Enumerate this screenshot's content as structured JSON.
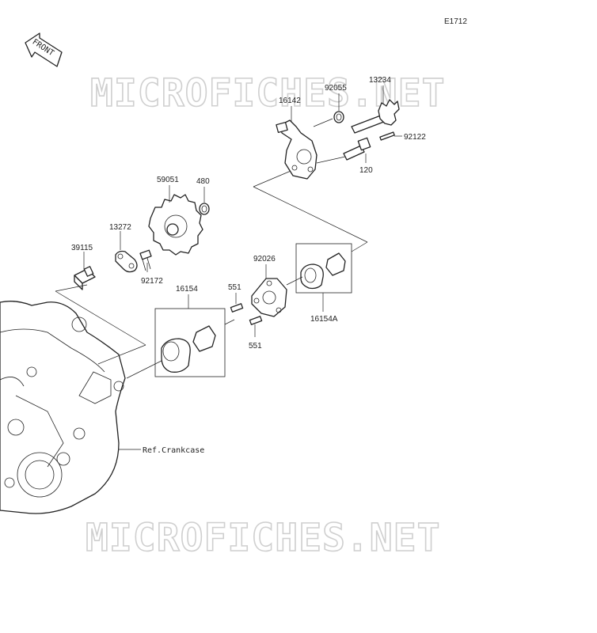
{
  "diagram_code": "E1712",
  "front_label": "FRONT",
  "watermark": "MICROFICHES.NET",
  "crankcase_ref": "Ref.Crankcase",
  "parts": {
    "p13234": "13234",
    "p92055": "92055",
    "p16142": "16142",
    "p92122": "92122",
    "p120": "120",
    "p59051": "59051",
    "p480": "480",
    "p13272": "13272",
    "p39115": "39115",
    "p92172": "92172",
    "p92026": "92026",
    "p551a": "551",
    "p551b": "551",
    "p16154": "16154",
    "p16154A": "16154A"
  }
}
